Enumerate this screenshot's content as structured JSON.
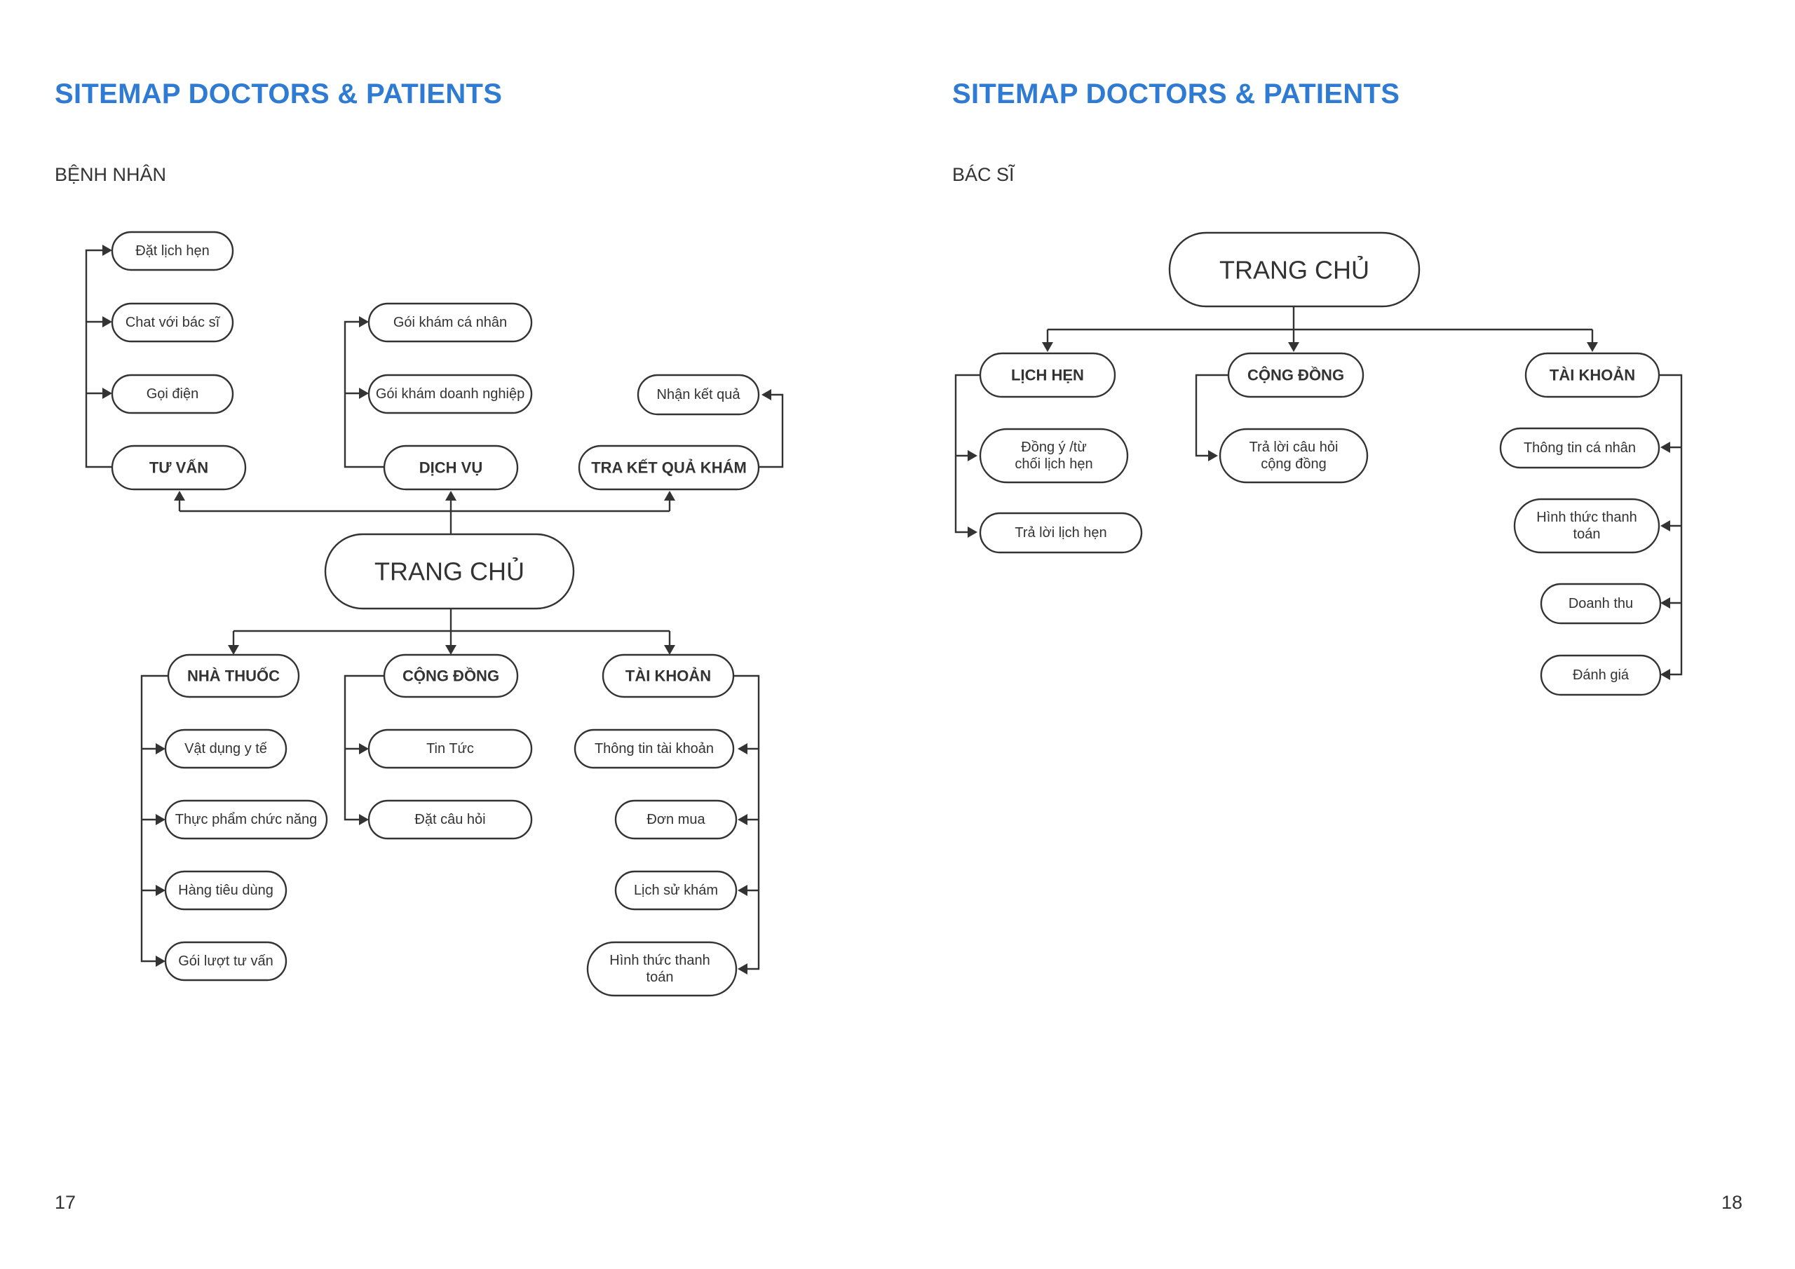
{
  "pages": [
    {
      "title": "SITEMAP DOCTORS & PATIENTS",
      "subtitle": "BỆNH NHÂN",
      "page_number": "17",
      "root": "TRANG CHỦ",
      "top_groups": [
        {
          "name": "TƯ VẤN",
          "items": [
            "Đặt lịch hẹn",
            "Chat với bác sĩ",
            "Gọi điện"
          ]
        },
        {
          "name": "DỊCH VỤ",
          "items": [
            "Gói khám cá nhân",
            "Gói khám doanh nghiệp"
          ]
        },
        {
          "name": "TRA KẾT QUẢ KHÁM",
          "items": [
            "Nhận kết quả"
          ]
        }
      ],
      "bottom_groups": [
        {
          "name": "NHÀ THUỐC",
          "items": [
            "Vật dụng y tế",
            "Thực phẩm chức năng",
            "Hàng tiêu dùng",
            "Gói lượt tư vấn"
          ]
        },
        {
          "name": "CỘNG ĐỒNG",
          "items": [
            "Tin Tức",
            "Đặt câu hỏi"
          ]
        },
        {
          "name": "TÀI KHOẢN",
          "items": [
            "Thông tin tài khoản",
            "Đơn mua",
            "Lịch sử khám",
            "Hình thức thanh toán"
          ]
        }
      ]
    },
    {
      "title": "SITEMAP DOCTORS & PATIENTS",
      "subtitle": "BÁC SĨ",
      "page_number": "18",
      "root": "TRANG CHỦ",
      "groups": [
        {
          "name": "LỊCH HẸN",
          "items": [
            "Đồng ý /từ chối lịch hẹn",
            "Trả lời lịch hẹn"
          ]
        },
        {
          "name": "CỘNG ĐỒNG",
          "items": [
            "Trả lời câu hỏi cộng đồng"
          ]
        },
        {
          "name": "TÀI KHOẢN",
          "items": [
            "Thông tin cá nhân",
            "Hình thức thanh toán",
            "Doanh thu",
            "Đánh giá"
          ]
        }
      ]
    }
  ]
}
